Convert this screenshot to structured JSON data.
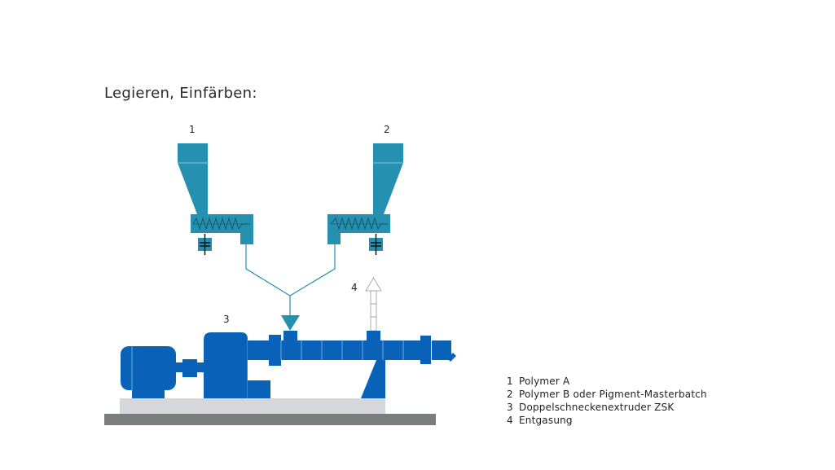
{
  "title": "Legieren, Einfärben:",
  "colors": {
    "feeder": "#2590b0",
    "extruder": "#0a62b8",
    "base_plate": "#d6d7dd",
    "floor": "#7a7d7d",
    "line": "#2590b0"
  },
  "labels": {
    "feeder_1": "1",
    "feeder_2": "2",
    "extruder": "3",
    "venting": "4"
  },
  "legend": [
    {
      "number": "1",
      "text": "Polymer A"
    },
    {
      "number": "2",
      "text": "Polymer B oder Pigment-Masterbatch"
    },
    {
      "number": "3",
      "text": "Doppelschneckenextruder ZSK"
    },
    {
      "number": "4",
      "text": "Entgasung"
    }
  ]
}
